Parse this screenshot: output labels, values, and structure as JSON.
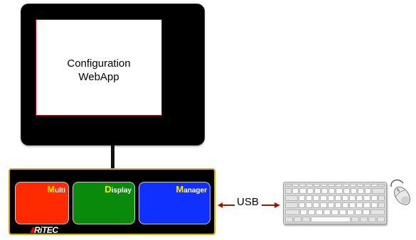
{
  "monitor": {
    "screen_line1": "Configuration",
    "screen_line2": "WebApp"
  },
  "device": {
    "pads": [
      {
        "first": "M",
        "rest": "ulti"
      },
      {
        "first": "D",
        "rest": "isplay"
      },
      {
        "first": "M",
        "rest": "anager"
      }
    ],
    "logo": "RiTEC"
  },
  "link": {
    "label": "USB"
  },
  "icons": {
    "keyboard": "keyboard-icon",
    "mouse": "mouse-icon"
  },
  "colors": {
    "multi": "#ff2a00",
    "display": "#0a8a0a",
    "manager": "#1030ff",
    "device_border": "#d6a900",
    "arrow": "#9a1a00"
  }
}
